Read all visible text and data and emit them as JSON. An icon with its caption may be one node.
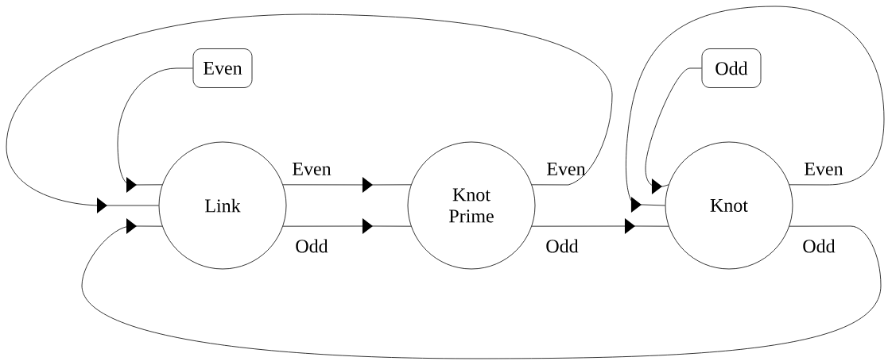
{
  "diagram": {
    "nodes": [
      {
        "text": [
          "Even"
        ]
      },
      {
        "text": [
          "Link"
        ]
      },
      {
        "text": [
          "Knot Prime"
        ]
      },
      {
        "text": [
          "Odd"
        ]
      },
      {
        "text": [
          "Knot"
        ]
      }
    ],
    "edges": [
      {
        "from": 0,
        "to": 1,
        "arrow": "to"
      },
      {
        "from": 1,
        "to": 2,
        "arrow": "to",
        "label": "Even"
      },
      {
        "from": 1,
        "to": 2,
        "arrow": "to",
        "label": "Odd"
      },
      {
        "from": 2,
        "to": 1,
        "arrow": "to",
        "label": "Even"
      },
      {
        "from": 2,
        "to": 4,
        "arrow": "to",
        "label": "Odd"
      },
      {
        "from": 3,
        "to": 4,
        "arrow": "to"
      },
      {
        "from": 4,
        "to": 4,
        "arrow": "to",
        "label": "Even"
      },
      {
        "from": 4,
        "to": 1,
        "arrow": "to",
        "label": "Odd"
      }
    ]
  }
}
